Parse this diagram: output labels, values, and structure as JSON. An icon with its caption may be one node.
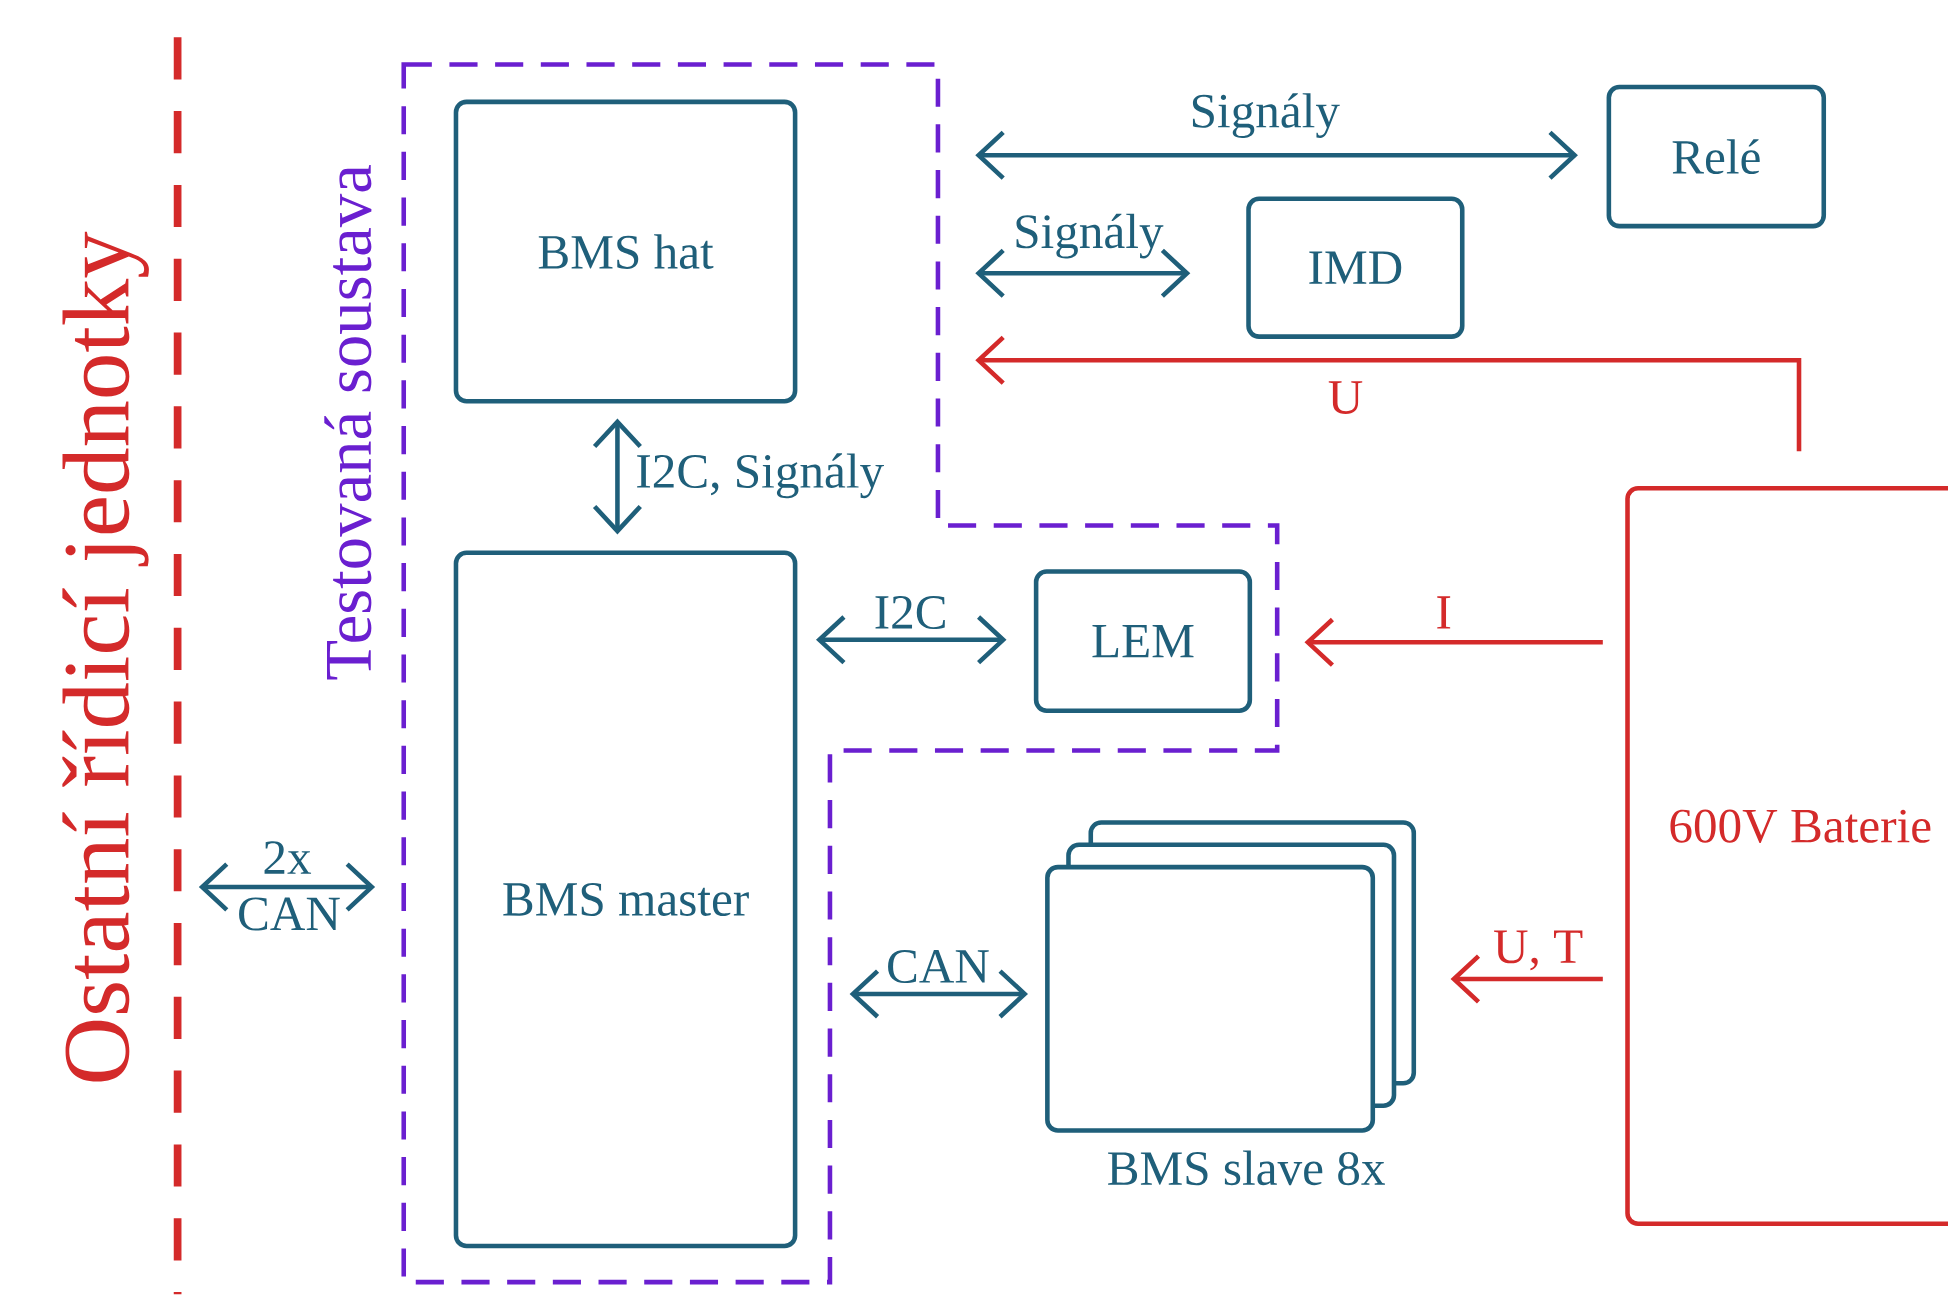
{
  "diagram": {
    "nodes": [
      {
        "text": [
          "Testovaná soustava"
        ]
      },
      {
        "text": [
          "BMS hat"
        ],
        "in": 0
      },
      {
        "text": [
          "BMS master"
        ],
        "in": 0
      },
      {
        "text": [
          "LEM"
        ],
        "in": 0
      },
      {
        "text": [
          "Relé"
        ]
      },
      {
        "text": [
          "IMD"
        ]
      },
      {
        "text": [],
        "shape": "box",
        "beside": [
          "BMS slave 8x"
        ]
      },
      {
        "text": [
          "600V Baterie"
        ]
      },
      {
        "text": [
          "Ostatní řídicí jednotky"
        ]
      }
    ],
    "edges": [
      {
        "from": 0,
        "to": 4,
        "arrow": "both",
        "label": "Signály"
      },
      {
        "from": 0,
        "to": 5,
        "arrow": "both",
        "label": "Signály"
      },
      {
        "from": 7,
        "to": 0,
        "arrow": "to",
        "label": "U",
        "color": "#d42a2a"
      },
      {
        "from": 1,
        "to": 2,
        "arrow": "both",
        "label": "I2C, Signály"
      },
      {
        "from": 2,
        "to": 3,
        "arrow": "both",
        "label": "I2C"
      },
      {
        "from": 7,
        "to": 0,
        "arrow": "to",
        "label": "I",
        "color": "#d42a2a"
      },
      {
        "from": 2,
        "to": 6,
        "arrow": "both",
        "label": "CAN"
      },
      {
        "from": 7,
        "to": 6,
        "arrow": "to",
        "label": "U, T",
        "color": "#d42a2a"
      },
      {
        "from": 8,
        "to": 0,
        "arrow": "both",
        "label": "2x CAN"
      }
    ]
  }
}
